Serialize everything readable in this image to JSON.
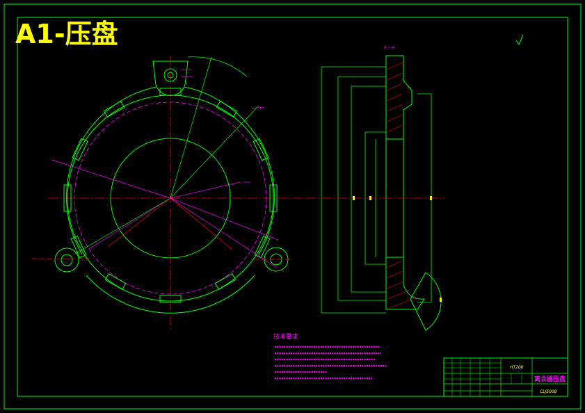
{
  "sheet": {
    "title": "A1-压盘"
  },
  "views": {
    "section_label": "A — A"
  },
  "notes": {
    "heading": "技术要求"
  },
  "title_block": {
    "part_name": "离合器压盘",
    "upper_code": "HT200",
    "drawing_number": "CLJ5008"
  },
  "colors": {
    "frame": "#00ff00",
    "title": "#ffff00",
    "dimension": "#ff00ff",
    "center": "#ff0000",
    "outline": "#00ff00",
    "hatch": "#ff0000"
  }
}
